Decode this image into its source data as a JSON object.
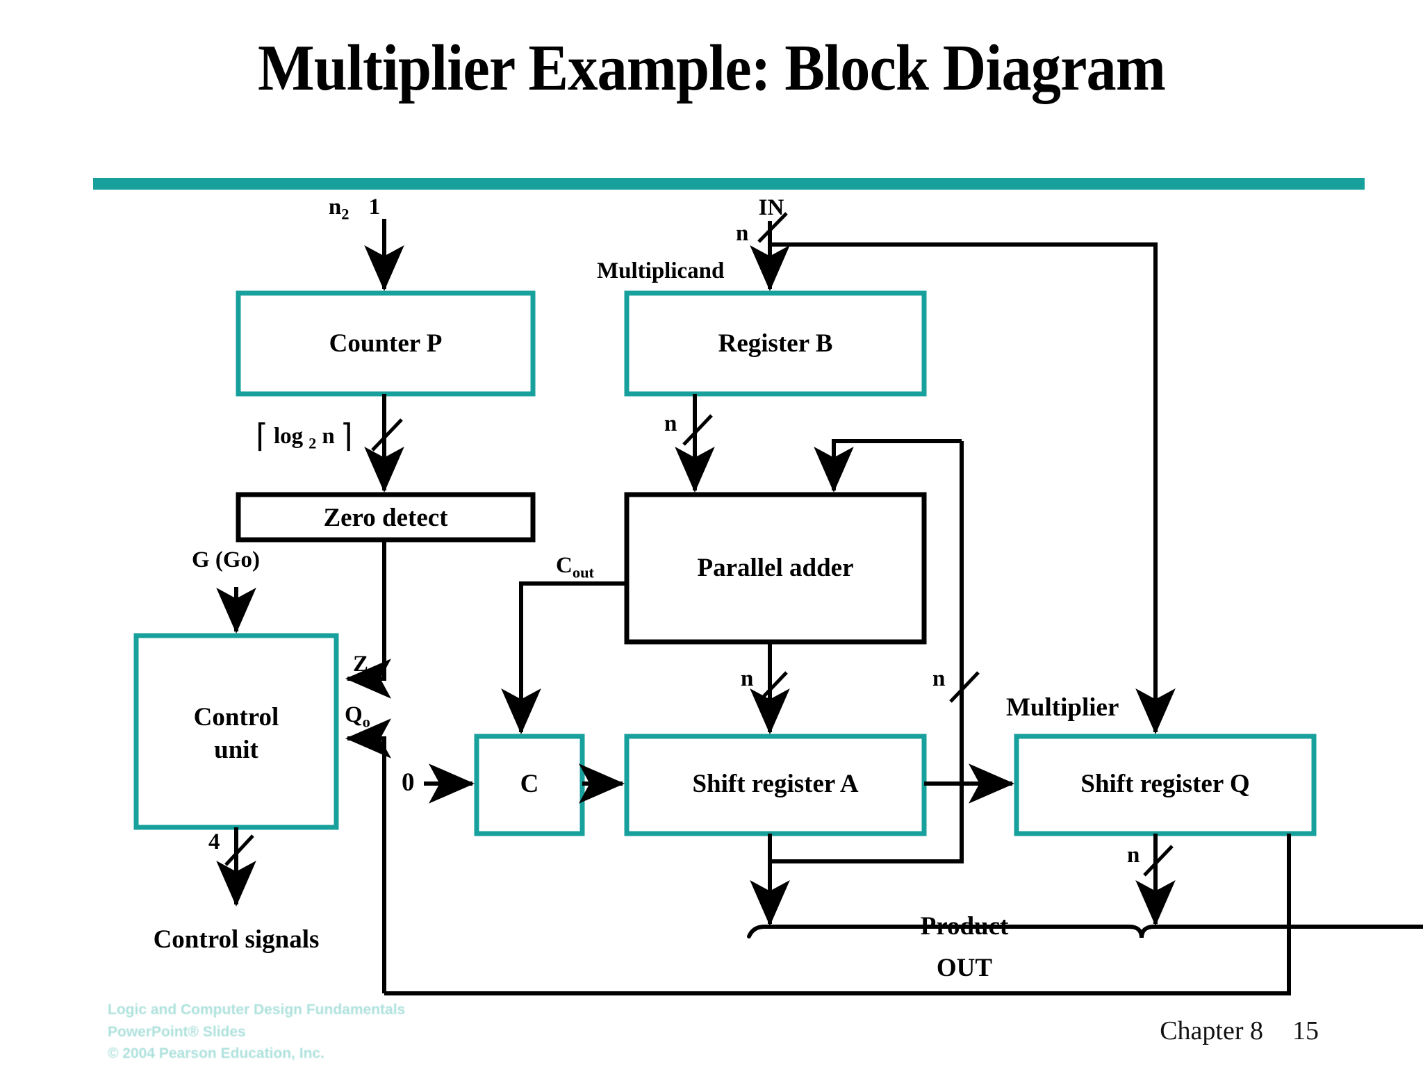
{
  "slide": {
    "title": "Multiplier Example: Block Diagram",
    "accent_color": "#17a09c",
    "line_color": "#000000",
    "background": "#ffffff"
  },
  "blocks": {
    "counter_p": "Counter P",
    "register_b": "Register B",
    "zero_detect": "Zero detect",
    "parallel_adder": "Parallel adder",
    "control_unit_line1": "Control",
    "control_unit_line2": "unit",
    "c_register": "C",
    "shift_register_a": "Shift register A",
    "shift_register_q": "Shift register Q"
  },
  "labels": {
    "n2": "n",
    "n2_sub": "2",
    "one": "1",
    "in": "IN",
    "n_in": "n",
    "multiplicand": "Multiplicand",
    "log_open": "⌈",
    "log_text": "log",
    "log_sub": "2",
    "log_n": "n",
    "log_close": "⌉",
    "n_regb": "n",
    "g_go": "G (Go)",
    "z": "Z",
    "q0": "Q",
    "q0_sub": "o",
    "c_out": "C",
    "c_out_sub": "out",
    "n_adder_out": "n",
    "n_feedback": "n",
    "four": "4",
    "control_signals": "Control signals",
    "zero_input": "0",
    "multiplier": "Multiplier",
    "n_q_out": "n",
    "product": "Product",
    "out": "OUT"
  },
  "footer": {
    "line1": "Logic and Computer Design Fundamentals",
    "line2": "PowerPoint® Slides",
    "line3": "© 2004 Pearson Education, Inc."
  },
  "pagination": {
    "chapter": "Chapter 8",
    "page": "15"
  }
}
